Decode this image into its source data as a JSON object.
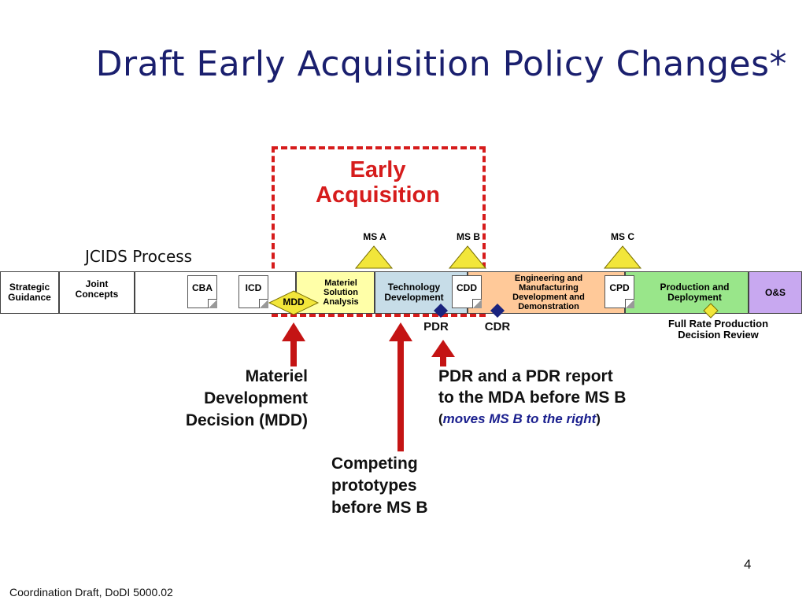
{
  "title": "Draft Early Acquisition Policy Changes*",
  "early_acquisition": {
    "line1": "Early",
    "line2": "Acquisition"
  },
  "jcids_label": "JCIDS Process",
  "milestones": {
    "ms_a": "MS A",
    "ms_b": "MS B",
    "ms_c": "MS C"
  },
  "phases": {
    "strategic_guidance": "Strategic Guidance",
    "joint_concepts": "Joint Concepts",
    "materiel_solution_analysis": "Materiel Solution Analysis",
    "technology_development": "Technology Development",
    "emd": "Engineering and Manufacturing Development and Demonstration",
    "production_deployment": "Production and Deployment",
    "os": "O&S"
  },
  "documents": {
    "cba": "CBA",
    "icd": "ICD",
    "cdd": "CDD",
    "cpd": "CPD"
  },
  "mdd_badge": "MDD",
  "reviews": {
    "pdr": "PDR",
    "cdr": "CDR",
    "frp": "Full Rate Production Decision Review"
  },
  "annotations": {
    "mdd_line1": "Materiel",
    "mdd_line2": "Development",
    "mdd_line3": "Decision (MDD)",
    "pdr_line1": "PDR and a PDR report",
    "pdr_line2": "to the MDA before MS B",
    "pdr_open": "(",
    "pdr_note": "moves MS B to the right",
    "pdr_close": ")",
    "proto_line1": "Competing",
    "proto_line2": "prototypes",
    "proto_line3": "before MS B"
  },
  "page_number": "4",
  "footer": "Coordination Draft, DoDI 5000.02",
  "colors": {
    "title": "#1a1f6e",
    "early_acquisition": "#d61c1c",
    "arrow": "#c41414",
    "msa_phase": "#ffffa8",
    "td_phase": "#c7dde8",
    "emd_phase": "#ffc999",
    "pd_phase": "#99e68a",
    "os_phase": "#c8a8f0",
    "milestone": "#f2e63a",
    "review_diamond": "#1a237e"
  }
}
